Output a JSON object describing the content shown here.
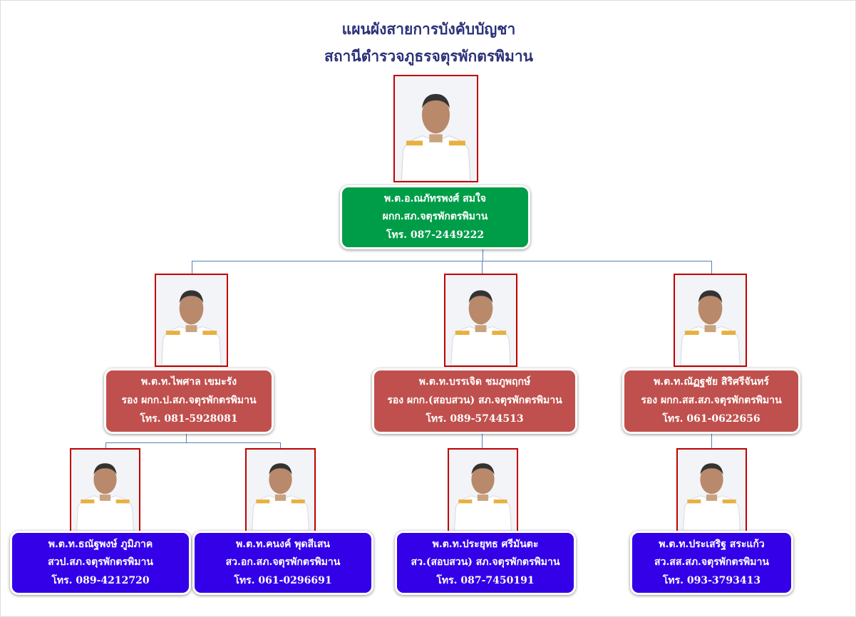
{
  "title": {
    "line1": "แผนผังสายการบังคับบัญชา",
    "line2": "สถานีตำรวจภูธรจตุรพักตรพิมาน"
  },
  "colors": {
    "level1": "#009d48",
    "level2": "#c0504d",
    "level3": "#3300e8",
    "photo_border": "#c00000"
  },
  "chief": {
    "name": "พ.ต.อ.ณภัทรพงศ์  สมใจ",
    "position": "ผกก.สภ.จตุรพักตรพิมาน",
    "phone": "โทร. 087-2449222"
  },
  "deputies": [
    {
      "name": "พ.ต.ท.ไพศาล  เขมะรัง",
      "position": "รอง ผกก.ป.สภ.จตุรพักตรพิมาน",
      "phone": "โทร. 081-5928081"
    },
    {
      "name": "พ.ต.ท.บรรเจิด  ชมภูพฤกษ์",
      "position": "รอง ผกก.(สอบสวน) สภ.จตุรพักตรพิมาน",
      "phone": "โทร. 089-5744513"
    },
    {
      "name": "พ.ต.ท.ณัฏฐชัย  สิริศรีจันทร์",
      "position": "รอง ผกก.สส.สภ.จตุรพักตรพิมาน",
      "phone": "โทร. 061-0622656"
    }
  ],
  "inspectors": [
    {
      "name": "พ.ต.ท.ธณัฐพงษ์  ภูมิภาค",
      "position": "สวป.สภ.จตุรพักตรพิมาน",
      "phone": "โทร. 089-4212720"
    },
    {
      "name": "พ.ต.ท.คนงค์  พุดสีเสน",
      "position": "สว.อก.สภ.จตุรพักตรพิมาน",
      "phone": "โทร. 061-0296691"
    },
    {
      "name": "พ.ต.ท.ประยุทธ  ศรีมันตะ",
      "position": "สว.(สอบสวน) สภ.จตุรพักตรพิมาน",
      "phone": "โทร. 087-7450191"
    },
    {
      "name": "พ.ต.ท.ประเสริฐ  สระแก้ว",
      "position": "สว.สส.สภ.จตุรพักตรพิมาน",
      "phone": "โทร. 093-3793413"
    }
  ]
}
